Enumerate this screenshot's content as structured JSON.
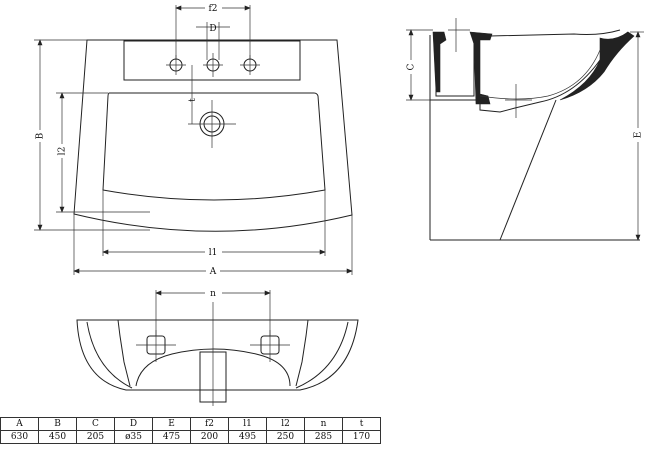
{
  "dimension_labels": {
    "A": "A",
    "B": "B",
    "C": "C",
    "D": "D",
    "E": "E",
    "f2": "f2",
    "l1": "l1",
    "l2": "l2",
    "n": "n",
    "t": "t"
  },
  "spec_table": {
    "headers": [
      "A",
      "B",
      "C",
      "D",
      "E",
      "f2",
      "l1",
      "l2",
      "n",
      "t"
    ],
    "values": [
      "630",
      "450",
      "205",
      "ø35",
      "475",
      "200",
      "495",
      "250",
      "285",
      "170"
    ]
  }
}
